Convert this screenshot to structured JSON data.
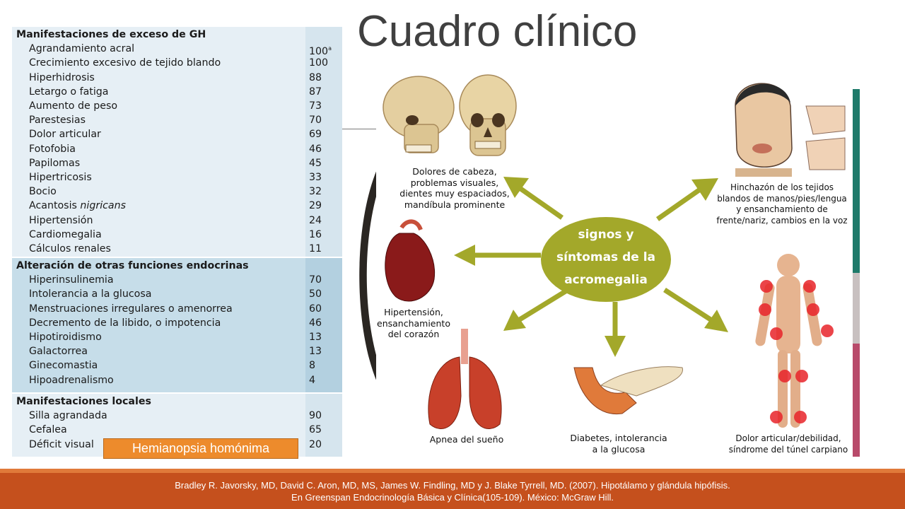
{
  "title": "Cuadro clínico",
  "table": {
    "sections": [
      {
        "heading": "Manifestaciones de exceso de GH",
        "rows": [
          {
            "label": "Agrandamiento acral",
            "value": "100",
            "note": "a"
          },
          {
            "label": "Crecimiento excesivo de tejido blando",
            "value": "100"
          },
          {
            "label": "Hiperhidrosis",
            "value": "88"
          },
          {
            "label": "Letargo o fatiga",
            "value": "87"
          },
          {
            "label": "Aumento de peso",
            "value": "73"
          },
          {
            "label": "Parestesias",
            "value": "70"
          },
          {
            "label": "Dolor articular",
            "value": "69"
          },
          {
            "label": "Fotofobia",
            "value": "46"
          },
          {
            "label": "Papilomas",
            "value": "45"
          },
          {
            "label": "Hipertricosis",
            "value": "33"
          },
          {
            "label": "Bocio",
            "value": "32"
          },
          {
            "label": "Acantosis ",
            "label_italic": "nigricans",
            "value": "29"
          },
          {
            "label": "Hipertensión",
            "value": "24"
          },
          {
            "label": "Cardiomegalia",
            "value": "16"
          },
          {
            "label": "Cálculos renales",
            "value": "11"
          }
        ]
      },
      {
        "heading": "Alteración de otras funciones endocrinas",
        "rows": [
          {
            "label": "Hiperinsulinemia",
            "value": "70"
          },
          {
            "label": "Intolerancia a la glucosa",
            "value": "50"
          },
          {
            "label": "Menstruaciones irregulares o amenorrea",
            "value": "60"
          },
          {
            "label": "Decremento de la libido, o impotencia",
            "value": "46"
          },
          {
            "label": "Hipotiroidismo",
            "value": "13"
          },
          {
            "label": "Galactorrea",
            "value": "13"
          },
          {
            "label": "Ginecomastia",
            "value": "8"
          },
          {
            "label": "Hipoadrenalismo",
            "value": "4"
          }
        ]
      },
      {
        "heading": "Manifestaciones locales",
        "rows": [
          {
            "label": "Silla agrandada",
            "value": "90"
          },
          {
            "label": "Cefalea",
            "value": "65"
          },
          {
            "label": "Déficit visual",
            "value": "20"
          }
        ]
      }
    ]
  },
  "callout": "Hemianopsia homónima",
  "diagram": {
    "hub_lines": [
      "signos y",
      "síntomas de la",
      "acromegalia"
    ],
    "captions": {
      "skull": [
        "Dolores de cabeza,",
        "problemas visuales,",
        "dientes muy espaciados,",
        "mandíbula prominente"
      ],
      "face": [
        "Hinchazón de los tejidos",
        "blandos de manos/pies/lengua",
        "y ensanchamiento de",
        "frente/nariz, cambios en la voz"
      ],
      "heart": [
        "Hipertensión,",
        "ensanchamiento",
        "del corazón"
      ],
      "lungs": [
        "Apnea del sueño"
      ],
      "pancreas": [
        "Diabetes, intolerancia",
        "a la glucosa"
      ],
      "body": [
        "Dolor articular/debilidad,",
        "síndrome del túnel carpiano"
      ]
    },
    "colors": {
      "hub": "#a3a82a",
      "arrow": "#a3a82a"
    }
  },
  "footer": {
    "line1": "Bradley R. Javorsky, MD, David C. Aron, MD, MS, James W. Findling, MD y J. Blake Tyrrell, MD. (2007). Hipotálamo y glándula hipófisis.",
    "line2": "En Greenspan Endocrinología Básica y Clínica(105-109). México: McGraw Hill.",
    "color": "#c5501d"
  }
}
